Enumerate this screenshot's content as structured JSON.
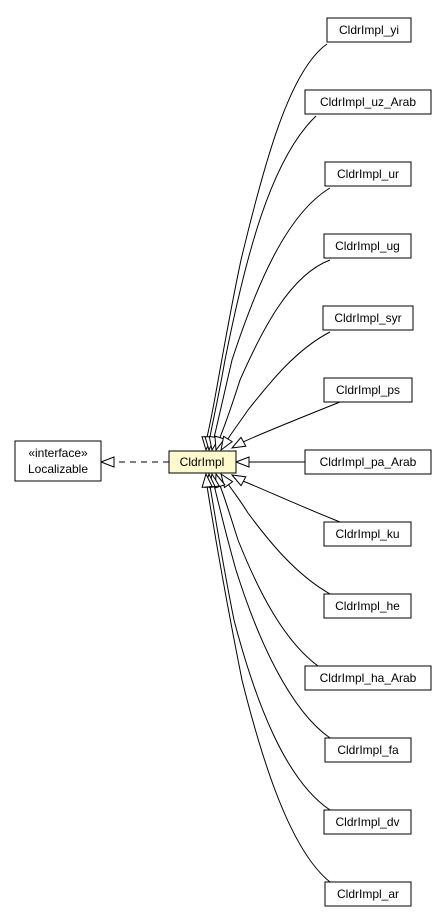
{
  "interface_node": {
    "stereotype": "«interface»",
    "name": "Localizable"
  },
  "center_node": {
    "name": "CldrImpl",
    "fill": "#fffacd"
  },
  "subclasses": [
    "CldrImpl_yi",
    "CldrImpl_uz_Arab",
    "CldrImpl_ur",
    "CldrImpl_ug",
    "CldrImpl_syr",
    "CldrImpl_ps",
    "CldrImpl_pa_Arab",
    "CldrImpl_ku",
    "CldrImpl_he",
    "CldrImpl_ha_Arab",
    "CldrImpl_fa",
    "CldrImpl_dv",
    "CldrImpl_ar"
  ]
}
